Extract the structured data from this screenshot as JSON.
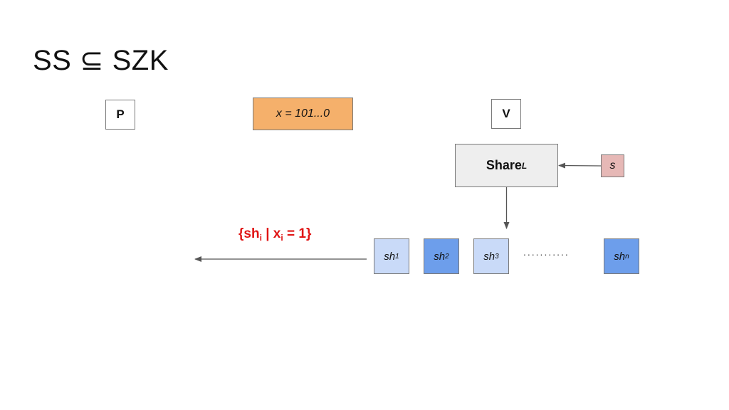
{
  "title": "SS ⊆ SZK",
  "prover": {
    "label": "P"
  },
  "verifier": {
    "label": "V"
  },
  "input": {
    "label": "x = 101...0"
  },
  "share_algorithm": {
    "label": "Share",
    "subscript": "L"
  },
  "secret": {
    "label": "s"
  },
  "shares": [
    {
      "base": "sh",
      "index": "1",
      "style": "light"
    },
    {
      "base": "sh",
      "index": "2",
      "style": "dark"
    },
    {
      "base": "sh",
      "index": "3",
      "style": "light"
    },
    {
      "base": "sh",
      "index": "n",
      "style": "dark"
    }
  ],
  "ellipsis": "...........",
  "sent_set": {
    "open": "{sh",
    "sub1": "i",
    "mid": " | x",
    "sub2": "i",
    "close": " = 1}"
  },
  "colors": {
    "input_fill": "#f5b06b",
    "secret_fill": "#e6b8b6",
    "share_light": "#c9daf8",
    "share_dark": "#6d9eeb",
    "set_label": "#e01414",
    "arrow": "#555555"
  }
}
